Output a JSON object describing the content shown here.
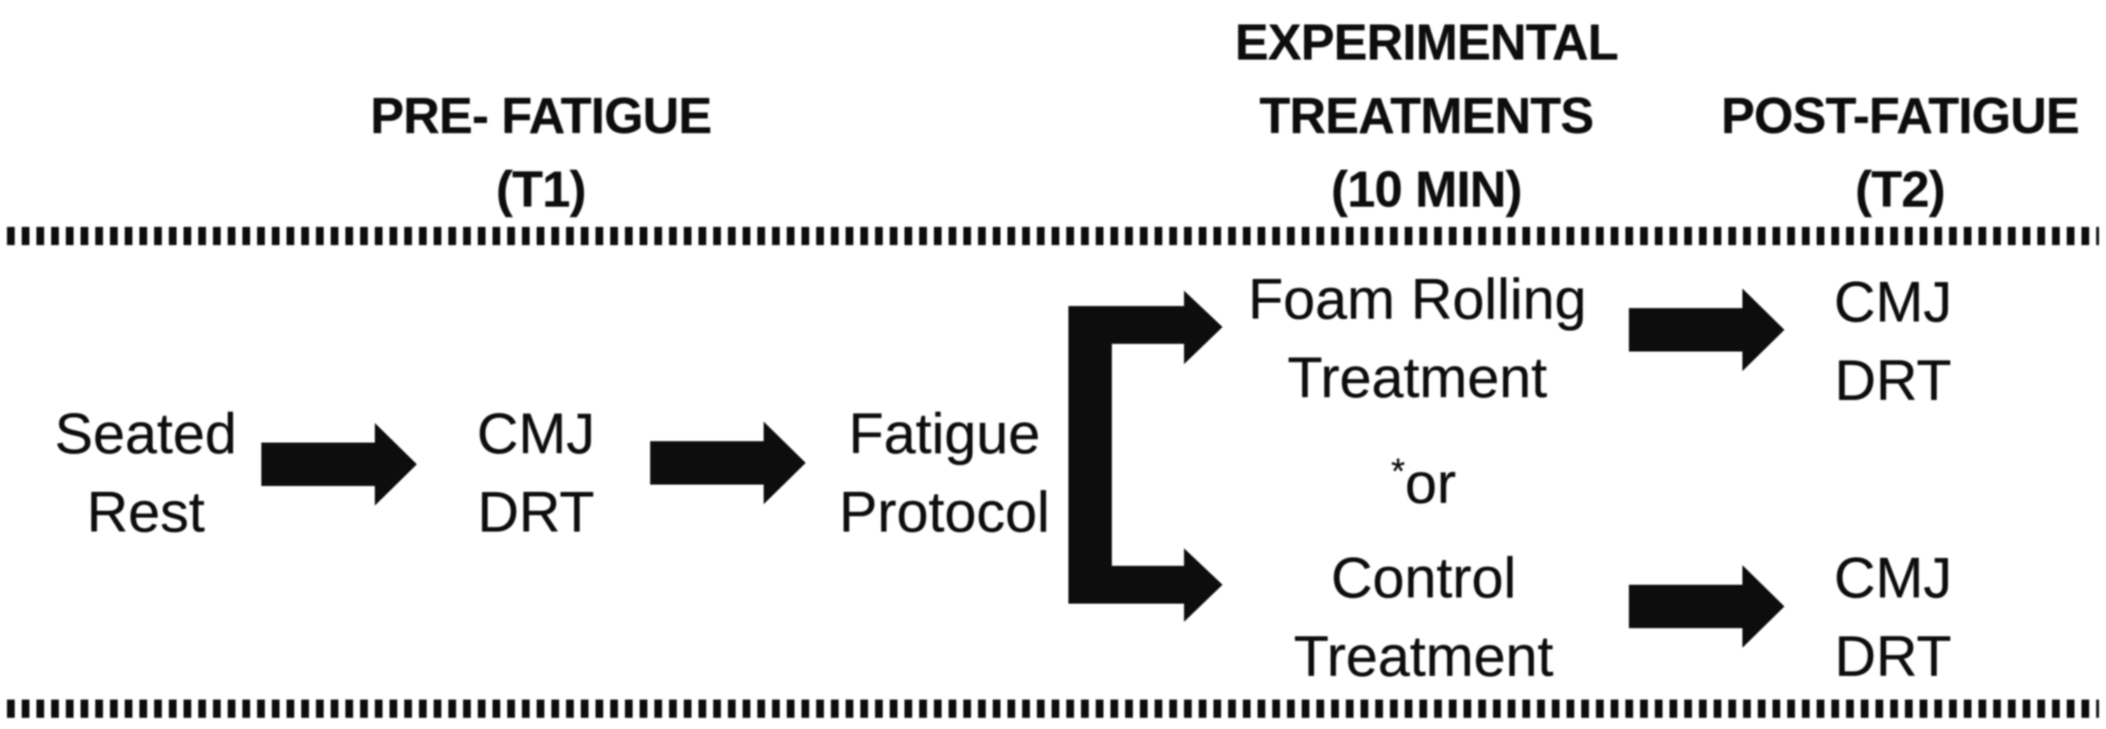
{
  "figure": {
    "description": "Experimental protocol flow diagram"
  },
  "headers": {
    "pre": {
      "line1": "PRE- FATIGUE",
      "line2": "(T1)"
    },
    "experimental": {
      "line1": "EXPERIMENTAL",
      "line2": "TREATMENTS",
      "line3": "(10 MIN)"
    },
    "post": {
      "line1": "POST-FATIGUE",
      "line2": "(T2)"
    }
  },
  "flow": {
    "seated_rest": {
      "line1": "Seated",
      "line2": "Rest"
    },
    "cmj_drt_pre": {
      "line1": "CMJ",
      "line2": "DRT"
    },
    "fatigue_protocol": {
      "line1": "Fatigue",
      "line2": "Protocol"
    },
    "foam_rolling": {
      "line1": "Foam Rolling",
      "line2": "Treatment"
    },
    "or_separator": {
      "asterisk": "*",
      "text": "or"
    },
    "control": {
      "line1": "Control",
      "line2": "Treatment"
    },
    "cmj_drt_post_top": {
      "line1": "CMJ",
      "line2": "DRT"
    },
    "cmj_drt_post_bottom": {
      "line1": "CMJ",
      "line2": "DRT"
    }
  },
  "colors": {
    "ink": "#0d0d0d",
    "background": "#ffffff"
  }
}
